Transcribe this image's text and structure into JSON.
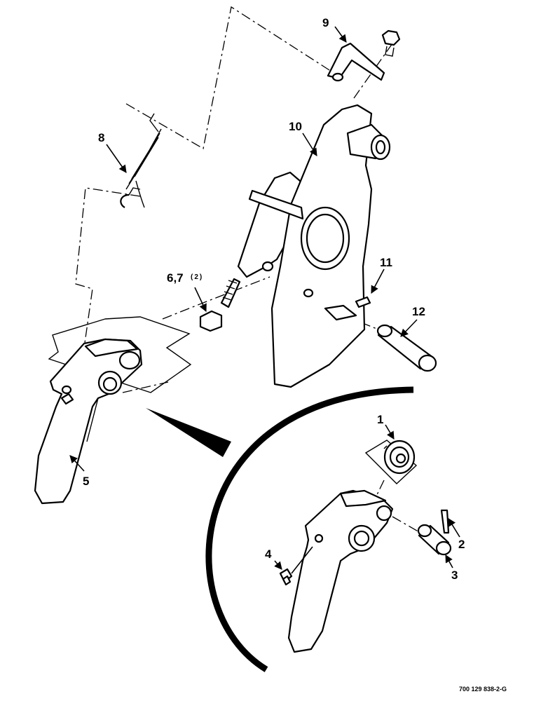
{
  "callouts": {
    "c1": "1",
    "c2": "2",
    "c3": "3",
    "c4": "4",
    "c5": "5",
    "c67": "6,7",
    "c67_qty": "(2)",
    "c8": "8",
    "c9": "9",
    "c10": "10",
    "c11": "11",
    "c12": "12"
  },
  "figure_id": "700 129 838-2-G"
}
